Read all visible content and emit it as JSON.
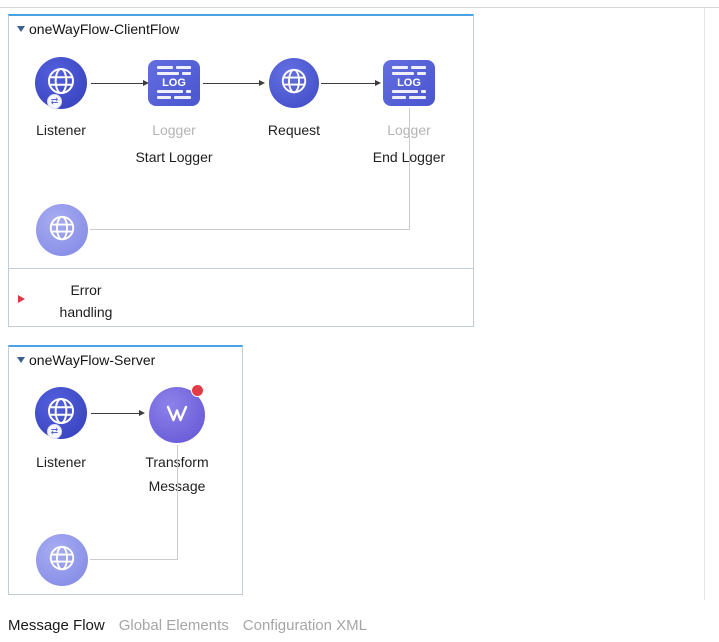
{
  "flows": [
    {
      "title": "oneWayFlow-ClientFlow",
      "components": [
        {
          "id": "listener",
          "label": "Listener",
          "sub": "",
          "icon": "http-listener-globe-icon"
        },
        {
          "id": "start-logger",
          "label": "Logger",
          "sub": "Start Logger",
          "icon": "logger-icon"
        },
        {
          "id": "request",
          "label": "Request",
          "sub": "",
          "icon": "http-request-globe-icon"
        },
        {
          "id": "end-logger",
          "label": "Logger",
          "sub": "End Logger",
          "icon": "logger-icon"
        }
      ],
      "source_icon": "http-globe-icon",
      "error_handling": {
        "line1": "Error",
        "line2": "handling"
      }
    },
    {
      "title": "oneWayFlow-Server",
      "components": [
        {
          "id": "listener",
          "label": "Listener",
          "sub": "",
          "icon": "http-listener-globe-icon"
        },
        {
          "id": "transform-message",
          "label": "Transform",
          "sub": "Message",
          "icon": "dataweave-icon",
          "error_badge": true
        }
      ],
      "source_icon": "http-globe-icon"
    }
  ],
  "icon_text": {
    "logger": "LOG",
    "listener_badge": "⇄"
  },
  "tabs": [
    {
      "label": "Message Flow",
      "active": true
    },
    {
      "label": "Global Elements",
      "active": false
    },
    {
      "label": "Configuration XML",
      "active": false
    }
  ],
  "colors": {
    "flow_border_top": "#4aa3e3",
    "flow_border": "#c3cdd8",
    "error_badge": "#e23b47",
    "icon_dark_blue": "#3b46c2",
    "icon_purple": "#6c5fd9",
    "icon_light_purple": "#8a90e8",
    "arrow": "#3c3c3c",
    "connector": "#cbcbcb",
    "error_marker": "#d93a43"
  }
}
